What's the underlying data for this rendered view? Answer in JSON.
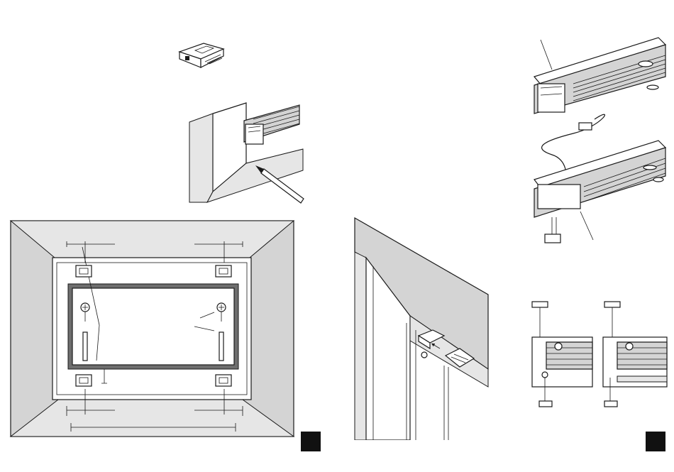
{
  "figure": {
    "panels": [
      {
        "id": "clip",
        "content": "bracket-clip-icon"
      },
      {
        "id": "marking",
        "content": "pencil-marking-corner"
      },
      {
        "id": "frame",
        "content": "window-frame-mounting-layout"
      },
      {
        "id": "corner",
        "content": "corner-mounting-closeup"
      },
      {
        "id": "rails",
        "content": "headrail-and-bottomrail-connection"
      },
      {
        "id": "tension",
        "content": "tension-cord-end-fittings"
      }
    ],
    "page_markers": [
      {
        "id": "left",
        "color": "#111111"
      },
      {
        "id": "right",
        "color": "#111111"
      }
    ]
  },
  "colors": {
    "line": "#1a1a1a",
    "reveal": "#d4d4d4",
    "glass": "#ffffff",
    "frame_dark": "#6e6e6e"
  }
}
